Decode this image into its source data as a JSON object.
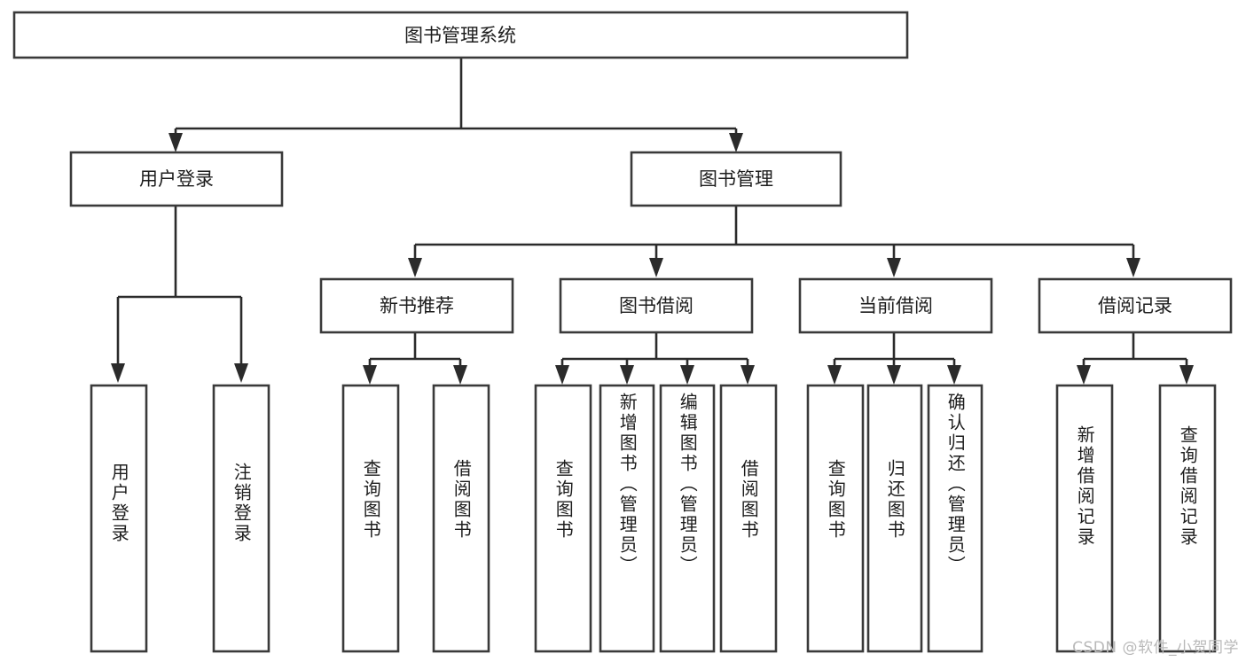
{
  "diagram": {
    "type": "tree-hierarchy",
    "title": "图书管理系统",
    "watermark": "CSDN @软件_小贺同学",
    "colors": {
      "background": "#ffffff",
      "box_fill": "#ffffff",
      "box_stroke": "#3a3a3a",
      "connector": "#2b2b2b",
      "text": "#1d1d1d",
      "watermark": "#b9b9b9"
    },
    "root": {
      "id": "root",
      "label": "图书管理系统",
      "orientation": "horizontal"
    },
    "level2": [
      {
        "id": "user-login",
        "label": "用户登录",
        "orientation": "horizontal"
      },
      {
        "id": "book-management",
        "label": "图书管理",
        "orientation": "horizontal"
      }
    ],
    "level3": [
      {
        "id": "new-book-recommend",
        "label": "新书推荐",
        "parent": "book-management",
        "orientation": "horizontal"
      },
      {
        "id": "book-borrow",
        "label": "图书借阅",
        "parent": "book-management",
        "orientation": "horizontal"
      },
      {
        "id": "current-borrow",
        "label": "当前借阅",
        "parent": "book-management",
        "orientation": "horizontal"
      },
      {
        "id": "borrow-record",
        "label": "借阅记录",
        "parent": "book-management",
        "orientation": "horizontal"
      }
    ],
    "leaves": [
      {
        "id": "leaf-user-login",
        "label": "用户登录",
        "parent": "user-login",
        "orientation": "vertical"
      },
      {
        "id": "leaf-logout-login",
        "label": "注销登录",
        "parent": "user-login",
        "orientation": "vertical"
      },
      {
        "id": "leaf-query-book-1",
        "label": "查询图书",
        "parent": "new-book-recommend",
        "orientation": "vertical"
      },
      {
        "id": "leaf-borrow-book-1",
        "label": "借阅图书",
        "parent": "new-book-recommend",
        "orientation": "vertical"
      },
      {
        "id": "leaf-query-book-2",
        "label": "查询图书",
        "parent": "book-borrow",
        "orientation": "vertical"
      },
      {
        "id": "leaf-add-book",
        "label": "新增图书（管理员）",
        "parent": "book-borrow",
        "orientation": "vertical"
      },
      {
        "id": "leaf-edit-book",
        "label": "编辑图书（管理员）",
        "parent": "book-borrow",
        "orientation": "vertical"
      },
      {
        "id": "leaf-borrow-book-2",
        "label": "借阅图书",
        "parent": "book-borrow",
        "orientation": "vertical"
      },
      {
        "id": "leaf-query-book-3",
        "label": "查询图书",
        "parent": "current-borrow",
        "orientation": "vertical"
      },
      {
        "id": "leaf-return-book",
        "label": "归还图书",
        "parent": "current-borrow",
        "orientation": "vertical"
      },
      {
        "id": "leaf-confirm-return",
        "label": "确认归还（管理员）",
        "parent": "current-borrow",
        "orientation": "vertical"
      },
      {
        "id": "leaf-add-record",
        "label": "新增借阅记录",
        "parent": "borrow-record",
        "orientation": "vertical"
      },
      {
        "id": "leaf-query-record",
        "label": "查询借阅记录",
        "parent": "borrow-record",
        "orientation": "vertical"
      }
    ]
  }
}
